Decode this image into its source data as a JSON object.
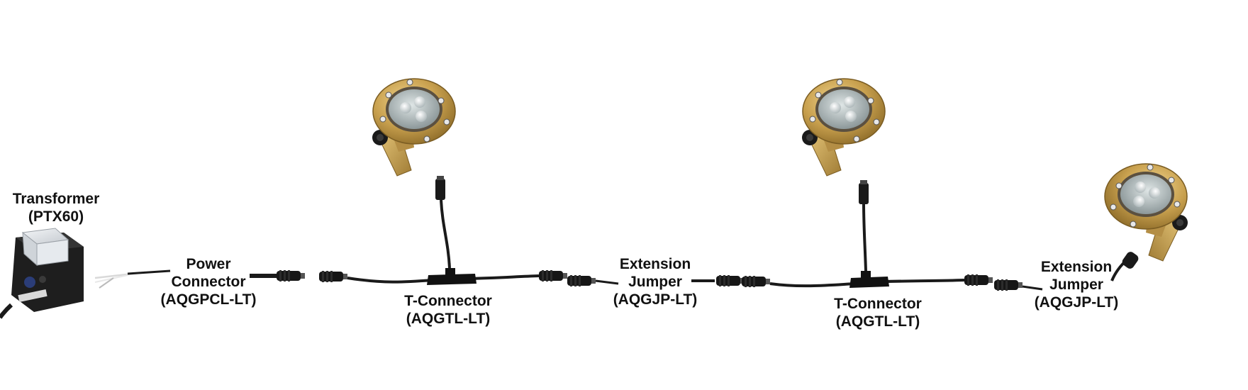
{
  "components": {
    "transformer": {
      "line1": "Transformer",
      "line2": "(PTX60)"
    },
    "power_connector": {
      "line1": "Power",
      "line2": "Connector",
      "line3": "(AQGPCL-LT)"
    },
    "t_connector_1": {
      "line1": "T-Connector",
      "line2": "(AQGTL-LT)"
    },
    "extension_jumper_1": {
      "line1": "Extension",
      "line2": "Jumper",
      "line3": "(AQGJP-LT)"
    },
    "t_connector_2": {
      "line1": "T-Connector",
      "line2": "(AQGTL-LT)"
    },
    "extension_jumper_2": {
      "line1": "Extension",
      "line2": "Jumper",
      "line3": "(AQGJP-LT)"
    }
  },
  "colors": {
    "brass": "#c8a04e",
    "brass_dark": "#9c7a32",
    "cable": "#1c1c1c",
    "lens": "#b9c3c4",
    "transformer_body": "#1f1f1f"
  },
  "icons": [
    "transformer-icon",
    "spotlight-icon",
    "power-connector-icon",
    "t-connector-icon",
    "extension-jumper-icon"
  ]
}
